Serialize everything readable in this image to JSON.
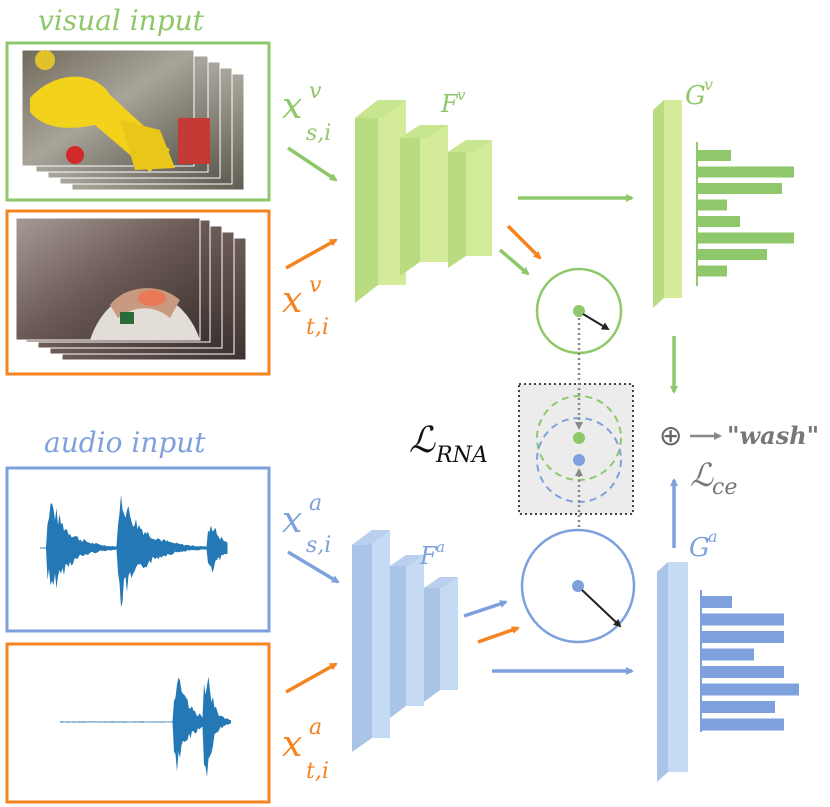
{
  "colors": {
    "visual": "#8fc86a",
    "visual_light": "#d4ec9a",
    "audio": "#7ea1de",
    "audio_light": "#c4dbf3",
    "target": "#f5831f",
    "dark": "#222222",
    "grey": "#777777"
  },
  "labels": {
    "visual_input": "visual input",
    "audio_input": "audio input",
    "x_vs_main": "x",
    "x_vs_sup": "v",
    "x_vs_sub": "s,i",
    "x_vt_main": "x",
    "x_vt_sup": "v",
    "x_vt_sub": "t,i",
    "x_as_main": "x",
    "x_as_sup": "a",
    "x_as_sub": "s,i",
    "x_at_main": "x",
    "x_at_sup": "a",
    "x_at_sub": "t,i",
    "Fv_main": "F",
    "Fv_sup": "v",
    "Fa_main": "F",
    "Fa_sup": "a",
    "Gv_main": "G",
    "Gv_sup": "v",
    "Ga_main": "G",
    "Ga_sup": "a",
    "loss_rna_main": "ℒ",
    "loss_rna_sub": "RNA",
    "loss_ce_main": "ℒ",
    "loss_ce_sub": "ce",
    "plus_symbol": "⊕",
    "prediction": "\"wash\""
  },
  "classifier_bars": {
    "visual": [
      0.34,
      1.0,
      0.88,
      0.3,
      0.44,
      1.0,
      0.72,
      0.3
    ],
    "audio": [
      0.31,
      0.85,
      0.85,
      0.54,
      0.85,
      1.0,
      0.75,
      0.85
    ]
  },
  "icons": {
    "visual_source_frames": "frames-kitchen-sink-icon",
    "visual_target_frames": "frames-washing-hands-icon",
    "audio_source_wave": "waveform-three-bursts-icon",
    "audio_target_wave": "waveform-single-burst-icon"
  }
}
